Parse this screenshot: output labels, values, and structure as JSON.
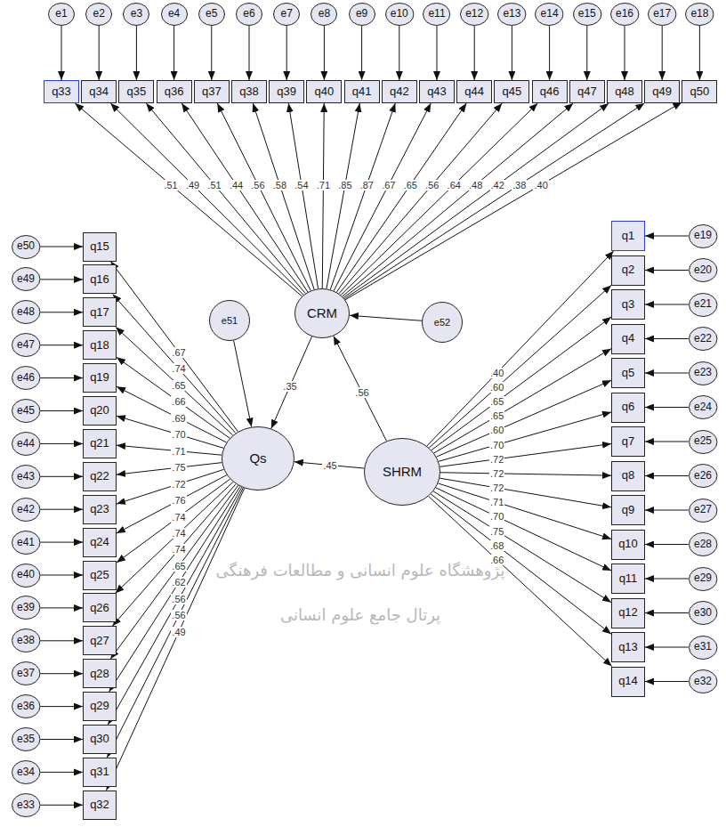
{
  "diagram": {
    "nodes": [
      {
        "text": [
          "e1"
        ]
      },
      {
        "text": [
          "e2"
        ]
      },
      {
        "text": [
          "e3"
        ]
      },
      {
        "text": [
          "e4"
        ]
      },
      {
        "text": [
          "e5"
        ]
      },
      {
        "text": [
          "e6"
        ]
      },
      {
        "text": [
          "e7"
        ]
      },
      {
        "text": [
          "e8"
        ]
      },
      {
        "text": [
          "e9"
        ]
      },
      {
        "text": [
          "e10"
        ]
      },
      {
        "text": [
          "e11"
        ]
      },
      {
        "text": [
          "e12"
        ]
      },
      {
        "text": [
          "e13"
        ]
      },
      {
        "text": [
          "e14"
        ]
      },
      {
        "text": [
          "e15"
        ]
      },
      {
        "text": [
          "e16"
        ]
      },
      {
        "text": [
          "e17"
        ]
      },
      {
        "text": [
          "e18"
        ]
      },
      {
        "text": [
          "q33"
        ]
      },
      {
        "text": [
          "q34"
        ]
      },
      {
        "text": [
          "q35"
        ]
      },
      {
        "text": [
          "q36"
        ]
      },
      {
        "text": [
          "q37"
        ]
      },
      {
        "text": [
          "q38"
        ]
      },
      {
        "text": [
          "q39"
        ]
      },
      {
        "text": [
          "q40"
        ]
      },
      {
        "text": [
          "q41"
        ]
      },
      {
        "text": [
          "q42"
        ]
      },
      {
        "text": [
          "q43"
        ]
      },
      {
        "text": [
          "q44"
        ]
      },
      {
        "text": [
          "q45"
        ]
      },
      {
        "text": [
          "q46"
        ]
      },
      {
        "text": [
          "q47"
        ]
      },
      {
        "text": [
          "q48"
        ]
      },
      {
        "text": [
          "q49"
        ]
      },
      {
        "text": [
          "q50"
        ]
      },
      {
        "text": [
          "CRM"
        ]
      },
      {
        "text": [
          "e51"
        ]
      },
      {
        "text": [
          "e52"
        ]
      },
      {
        "text": [
          "Qs"
        ]
      },
      {
        "text": [
          "SHRM"
        ]
      },
      {
        "text": [
          "q15"
        ]
      },
      {
        "text": [
          "q16"
        ]
      },
      {
        "text": [
          "q17"
        ]
      },
      {
        "text": [
          "q18"
        ]
      },
      {
        "text": [
          "q19"
        ]
      },
      {
        "text": [
          "q20"
        ]
      },
      {
        "text": [
          "q21"
        ]
      },
      {
        "text": [
          "q22"
        ]
      },
      {
        "text": [
          "q23"
        ]
      },
      {
        "text": [
          "q24"
        ]
      },
      {
        "text": [
          "q25"
        ]
      },
      {
        "text": [
          "q26"
        ]
      },
      {
        "text": [
          "q27"
        ]
      },
      {
        "text": [
          "q28"
        ]
      },
      {
        "text": [
          "q29"
        ]
      },
      {
        "text": [
          "q30"
        ]
      },
      {
        "text": [
          "q31"
        ]
      },
      {
        "text": [
          "q32"
        ]
      },
      {
        "text": [
          "e50"
        ]
      },
      {
        "text": [
          "e49"
        ]
      },
      {
        "text": [
          "e48"
        ]
      },
      {
        "text": [
          "e47"
        ]
      },
      {
        "text": [
          "e46"
        ]
      },
      {
        "text": [
          "e45"
        ]
      },
      {
        "text": [
          "e44"
        ]
      },
      {
        "text": [
          "e43"
        ]
      },
      {
        "text": [
          "e42"
        ]
      },
      {
        "text": [
          "e41"
        ]
      },
      {
        "text": [
          "e40"
        ]
      },
      {
        "text": [
          "e39"
        ]
      },
      {
        "text": [
          "e38"
        ]
      },
      {
        "text": [
          "e37"
        ]
      },
      {
        "text": [
          "e36"
        ]
      },
      {
        "text": [
          "e35"
        ]
      },
      {
        "text": [
          "e34"
        ]
      },
      {
        "text": [
          "e33"
        ]
      },
      {
        "text": [
          "q1"
        ]
      },
      {
        "text": [
          "q2"
        ]
      },
      {
        "text": [
          "q3"
        ]
      },
      {
        "text": [
          "q4"
        ]
      },
      {
        "text": [
          "q5"
        ]
      },
      {
        "text": [
          "q6"
        ]
      },
      {
        "text": [
          "q7"
        ]
      },
      {
        "text": [
          "q8"
        ]
      },
      {
        "text": [
          "q9"
        ]
      },
      {
        "text": [
          "q10"
        ]
      },
      {
        "text": [
          "q11"
        ]
      },
      {
        "text": [
          "q12"
        ]
      },
      {
        "text": [
          "q13"
        ]
      },
      {
        "text": [
          "q14"
        ]
      },
      {
        "text": [
          "e19"
        ]
      },
      {
        "text": [
          "e20"
        ]
      },
      {
        "text": [
          "e21"
        ]
      },
      {
        "text": [
          "e22"
        ]
      },
      {
        "text": [
          "e23"
        ]
      },
      {
        "text": [
          "e24"
        ]
      },
      {
        "text": [
          "e25"
        ]
      },
      {
        "text": [
          "e26"
        ]
      },
      {
        "text": [
          "e27"
        ]
      },
      {
        "text": [
          "e28"
        ]
      },
      {
        "text": [
          "e29"
        ]
      },
      {
        "text": [
          "e30"
        ]
      },
      {
        "text": [
          "e31"
        ]
      },
      {
        "text": [
          "e32"
        ]
      }
    ],
    "edges": [
      {
        "from": 0,
        "to": 18,
        "arrow": "to"
      },
      {
        "from": 1,
        "to": 19,
        "arrow": "to"
      },
      {
        "from": 2,
        "to": 20,
        "arrow": "to"
      },
      {
        "from": 3,
        "to": 21,
        "arrow": "to"
      },
      {
        "from": 4,
        "to": 22,
        "arrow": "to"
      },
      {
        "from": 5,
        "to": 23,
        "arrow": "to"
      },
      {
        "from": 6,
        "to": 24,
        "arrow": "to"
      },
      {
        "from": 7,
        "to": 25,
        "arrow": "to"
      },
      {
        "from": 8,
        "to": 26,
        "arrow": "to"
      },
      {
        "from": 9,
        "to": 27,
        "arrow": "to"
      },
      {
        "from": 10,
        "to": 28,
        "arrow": "to"
      },
      {
        "from": 11,
        "to": 29,
        "arrow": "to"
      },
      {
        "from": 12,
        "to": 30,
        "arrow": "to"
      },
      {
        "from": 13,
        "to": 31,
        "arrow": "to"
      },
      {
        "from": 14,
        "to": 32,
        "arrow": "to"
      },
      {
        "from": 15,
        "to": 33,
        "arrow": "to"
      },
      {
        "from": 16,
        "to": 34,
        "arrow": "to"
      },
      {
        "from": 17,
        "to": 35,
        "arrow": "to"
      },
      {
        "from": 36,
        "to": 18,
        "label": ".51",
        "arrow": "to"
      },
      {
        "from": 36,
        "to": 19,
        "label": ".49",
        "arrow": "to"
      },
      {
        "from": 36,
        "to": 20,
        "label": ".51",
        "arrow": "to"
      },
      {
        "from": 36,
        "to": 21,
        "label": ".44",
        "arrow": "to"
      },
      {
        "from": 36,
        "to": 22,
        "label": ".56",
        "arrow": "to"
      },
      {
        "from": 36,
        "to": 23,
        "label": ".58",
        "arrow": "to"
      },
      {
        "from": 36,
        "to": 24,
        "label": ".54",
        "arrow": "to"
      },
      {
        "from": 36,
        "to": 25,
        "label": ".71",
        "arrow": "to"
      },
      {
        "from": 36,
        "to": 26,
        "label": ".85",
        "arrow": "to"
      },
      {
        "from": 36,
        "to": 27,
        "label": ".87",
        "arrow": "to"
      },
      {
        "from": 36,
        "to": 28,
        "label": ".67",
        "arrow": "to"
      },
      {
        "from": 36,
        "to": 29,
        "label": ".65",
        "arrow": "to"
      },
      {
        "from": 36,
        "to": 30,
        "label": ".56",
        "arrow": "to"
      },
      {
        "from": 36,
        "to": 31,
        "label": ".64",
        "arrow": "to"
      },
      {
        "from": 36,
        "to": 32,
        "label": ".48",
        "arrow": "to"
      },
      {
        "from": 36,
        "to": 33,
        "label": ".42",
        "arrow": "to"
      },
      {
        "from": 36,
        "to": 34,
        "label": ".38",
        "arrow": "to"
      },
      {
        "from": 36,
        "to": 35,
        "label": ".40",
        "arrow": "to"
      },
      {
        "from": 37,
        "to": 39,
        "arrow": "to"
      },
      {
        "from": 38,
        "to": 36,
        "arrow": "to"
      },
      {
        "from": 40,
        "to": 36,
        "label": ".56",
        "arrow": "to"
      },
      {
        "from": 40,
        "to": 39,
        "label": ".45",
        "arrow": "to"
      },
      {
        "from": 36,
        "to": 39,
        "label": ".35",
        "arrow": "to"
      },
      {
        "from": 39,
        "to": 41,
        "label": ".67",
        "arrow": "to"
      },
      {
        "from": 39,
        "to": 42,
        "label": ".74",
        "arrow": "to"
      },
      {
        "from": 39,
        "to": 43,
        "label": ".65",
        "arrow": "to"
      },
      {
        "from": 39,
        "to": 44,
        "label": ".66",
        "arrow": "to"
      },
      {
        "from": 39,
        "to": 45,
        "label": ".69",
        "arrow": "to"
      },
      {
        "from": 39,
        "to": 46,
        "label": ".70",
        "arrow": "to"
      },
      {
        "from": 39,
        "to": 47,
        "label": ".71",
        "arrow": "to"
      },
      {
        "from": 39,
        "to": 48,
        "label": ".75",
        "arrow": "to"
      },
      {
        "from": 39,
        "to": 49,
        "label": ".72",
        "arrow": "to"
      },
      {
        "from": 39,
        "to": 50,
        "label": ".76",
        "arrow": "to"
      },
      {
        "from": 39,
        "to": 51,
        "label": ".74",
        "arrow": "to"
      },
      {
        "from": 39,
        "to": 52,
        "label": ".74",
        "arrow": "to"
      },
      {
        "from": 39,
        "to": 53,
        "label": ".74",
        "arrow": "to"
      },
      {
        "from": 39,
        "to": 54,
        "label": ".65",
        "arrow": "to"
      },
      {
        "from": 39,
        "to": 55,
        "label": ".62",
        "arrow": "to"
      },
      {
        "from": 39,
        "to": 56,
        "label": ".56",
        "arrow": "to"
      },
      {
        "from": 39,
        "to": 57,
        "label": ".56",
        "arrow": "to"
      },
      {
        "from": 39,
        "to": 58,
        "label": ".49",
        "arrow": "to"
      },
      {
        "from": 59,
        "to": 41,
        "arrow": "to"
      },
      {
        "from": 60,
        "to": 42,
        "arrow": "to"
      },
      {
        "from": 61,
        "to": 43,
        "arrow": "to"
      },
      {
        "from": 62,
        "to": 44,
        "arrow": "to"
      },
      {
        "from": 63,
        "to": 45,
        "arrow": "to"
      },
      {
        "from": 64,
        "to": 46,
        "arrow": "to"
      },
      {
        "from": 65,
        "to": 47,
        "arrow": "to"
      },
      {
        "from": 66,
        "to": 48,
        "arrow": "to"
      },
      {
        "from": 67,
        "to": 49,
        "arrow": "to"
      },
      {
        "from": 68,
        "to": 50,
        "arrow": "to"
      },
      {
        "from": 69,
        "to": 51,
        "arrow": "to"
      },
      {
        "from": 70,
        "to": 52,
        "arrow": "to"
      },
      {
        "from": 71,
        "to": 53,
        "arrow": "to"
      },
      {
        "from": 72,
        "to": 54,
        "arrow": "to"
      },
      {
        "from": 73,
        "to": 55,
        "arrow": "to"
      },
      {
        "from": 74,
        "to": 56,
        "arrow": "to"
      },
      {
        "from": 75,
        "to": 57,
        "arrow": "to"
      },
      {
        "from": 76,
        "to": 58,
        "arrow": "to"
      },
      {
        "from": 40,
        "to": 77,
        "label": ".40",
        "arrow": "to"
      },
      {
        "from": 40,
        "to": 78,
        "label": ".60",
        "arrow": "to"
      },
      {
        "from": 40,
        "to": 79,
        "label": ".65",
        "arrow": "to"
      },
      {
        "from": 40,
        "to": 80,
        "label": ".65",
        "arrow": "to"
      },
      {
        "from": 40,
        "to": 81,
        "label": ".60",
        "arrow": "to"
      },
      {
        "from": 40,
        "to": 82,
        "label": ".70",
        "arrow": "to"
      },
      {
        "from": 40,
        "to": 83,
        "label": ".72",
        "arrow": "to"
      },
      {
        "from": 40,
        "to": 84,
        "label": ".72",
        "arrow": "to"
      },
      {
        "from": 40,
        "to": 85,
        "label": ".72",
        "arrow": "to"
      },
      {
        "from": 40,
        "to": 86,
        "label": ".71",
        "arrow": "to"
      },
      {
        "from": 40,
        "to": 87,
        "label": ".70",
        "arrow": "to"
      },
      {
        "from": 40,
        "to": 88,
        "label": ".75",
        "arrow": "to"
      },
      {
        "from": 40,
        "to": 89,
        "label": ".68",
        "arrow": "to"
      },
      {
        "from": 40,
        "to": 90,
        "label": ".66",
        "arrow": "to"
      },
      {
        "from": 91,
        "to": 77,
        "arrow": "to"
      },
      {
        "from": 92,
        "to": 78,
        "arrow": "to"
      },
      {
        "from": 93,
        "to": 79,
        "arrow": "to"
      },
      {
        "from": 94,
        "to": 80,
        "arrow": "to"
      },
      {
        "from": 95,
        "to": 81,
        "arrow": "to"
      },
      {
        "from": 96,
        "to": 82,
        "arrow": "to"
      },
      {
        "from": 97,
        "to": 83,
        "arrow": "to"
      },
      {
        "from": 98,
        "to": 84,
        "arrow": "to"
      },
      {
        "from": 99,
        "to": 85,
        "arrow": "to"
      },
      {
        "from": 100,
        "to": 86,
        "arrow": "to"
      },
      {
        "from": 101,
        "to": 87,
        "arrow": "to"
      },
      {
        "from": 102,
        "to": 88,
        "arrow": "to"
      },
      {
        "from": 103,
        "to": 89,
        "arrow": "to"
      },
      {
        "from": 104,
        "to": 90,
        "arrow": "to"
      }
    ],
    "labels": [
      "پژوهشگاه علوم انسانی و مطالعات فرهنگی",
      "پرتال جامع علوم انسانی"
    ]
  }
}
